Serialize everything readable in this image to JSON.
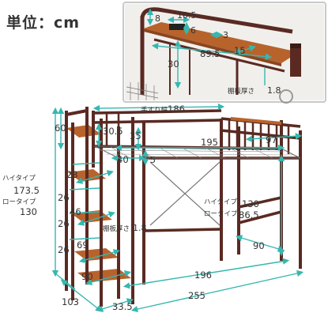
{
  "header": {
    "unit_label": "単位：cm"
  },
  "colors": {
    "frame": "#5a2a22",
    "wood": "#b8632c",
    "dim": "#36b7b0",
    "text": "#333333"
  },
  "inset": {
    "dims": {
      "h8": "8",
      "w10_5": "10.5",
      "h6": "6",
      "h3": "3",
      "h30": "30",
      "w89_5": "89.5",
      "w15": "15",
      "shelf_thickness_label": "棚板厚さ",
      "shelf_thickness": "1.8"
    }
  },
  "bed": {
    "dims": {
      "handrail_label": "手すり幅",
      "handrail": "186",
      "d60": "60",
      "d30_5": "30.5",
      "d35": "35",
      "d195": "195",
      "d97": "97",
      "d40": "40",
      "d5": "5",
      "high_label": "ハイタイプ",
      "high_value": "173.5",
      "low_label": "ロータイプ",
      "low_value": "130",
      "d23": "23",
      "d26a": "26",
      "d46": "46",
      "d26b": "26",
      "tread_label": "棚板厚さ",
      "tread_value": "1.8",
      "d69": "69",
      "d26c": "26",
      "d90a": "90",
      "right_high_label": "ハイタイプ",
      "right_high_value": "130",
      "right_low_label": "ロータイプ",
      "right_low_value": "86.5",
      "d90b": "90",
      "d196": "196",
      "d103": "103",
      "d33_5": "33.5",
      "d255": "255"
    }
  }
}
